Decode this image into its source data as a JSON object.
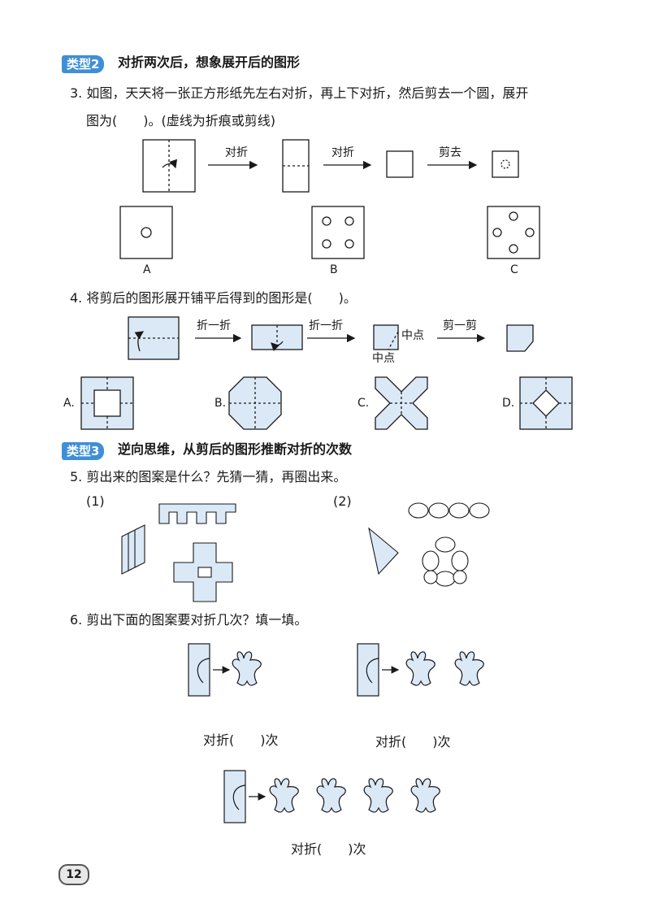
{
  "sections": [
    {
      "badge": "类型2",
      "title": "对折两次后，想象展开后的图形"
    },
    {
      "badge": "类型3",
      "title": "逆向思维，从剪后的图形推断对折的次数"
    }
  ],
  "q3": {
    "line1": "3. 如图，天天将一张正方形纸先左右对折，再上下对折，然后剪去一个圆，展开",
    "line2": "图为(　　)。(虚线为折痕或剪线)",
    "step1": "对折",
    "step2": "对折",
    "step3": "剪去",
    "options": [
      "A",
      "B",
      "C"
    ]
  },
  "q4": {
    "text": "4. 将剪后的图形展开铺平后得到的图形是(　　)。",
    "step1": "折一折",
    "step2": "折一折",
    "step3": "剪一剪",
    "midpoint1": "中点",
    "midpoint2": "中点",
    "options": [
      "A.",
      "B.",
      "C.",
      "D."
    ]
  },
  "q5": {
    "text": "5. 剪出来的图案是什么？先猜一猜，再圈出来。",
    "sub1": "(1)",
    "sub2": "(2)"
  },
  "q6": {
    "text": "6. 剪出下面的图案要对折几次？填一填。",
    "fill1": "对折(　　)次",
    "fill2": "对折(　　)次",
    "fill3": "对折(　　)次"
  },
  "page_number": "12",
  "colors": {
    "accent": "#3f8fd6",
    "paper": "#dbe9f7",
    "ink": "#1a1a1a"
  }
}
